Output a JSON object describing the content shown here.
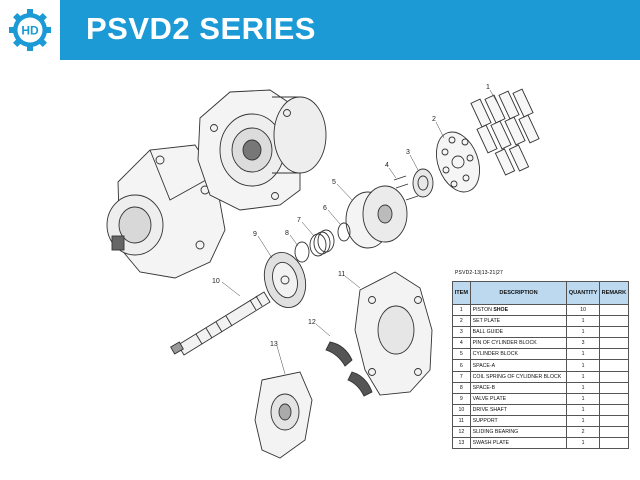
{
  "header": {
    "title": "PSVD2 SERIES",
    "logo_text": "HD",
    "bar_color": "#1b9ad6"
  },
  "drawing": {
    "callouts": [
      "1",
      "2",
      "3",
      "4",
      "5",
      "6",
      "7",
      "8",
      "9",
      "10",
      "11",
      "12",
      "13"
    ]
  },
  "parts_table": {
    "caption": "PSVD2-13|13-21|27",
    "columns": [
      "ITEM",
      "DESCRIPTION",
      "QUANTITY",
      "REMARK"
    ],
    "rows": [
      {
        "item": "1",
        "description_prefix": "PISTON ",
        "description_emph": "SHOE",
        "quantity": "10",
        "remark": ""
      },
      {
        "item": "2",
        "description_prefix": "SET PLATE",
        "description_emph": "",
        "quantity": "1",
        "remark": ""
      },
      {
        "item": "3",
        "description_prefix": "BALL GUIDE",
        "description_emph": "",
        "quantity": "1",
        "remark": ""
      },
      {
        "item": "4",
        "description_prefix": "PIN OF CYLINDER BLOCK",
        "description_emph": "",
        "quantity": "3",
        "remark": ""
      },
      {
        "item": "5",
        "description_prefix": "CYLINDER BLOCK",
        "description_emph": "",
        "quantity": "1",
        "remark": ""
      },
      {
        "item": "6",
        "description_prefix": "SPACE-A",
        "description_emph": "",
        "quantity": "1",
        "remark": ""
      },
      {
        "item": "7",
        "description_prefix": "COIL SPRING OF CYLIDNER BLOCK",
        "description_emph": "",
        "quantity": "1",
        "remark": ""
      },
      {
        "item": "8",
        "description_prefix": "SPACE-B",
        "description_emph": "",
        "quantity": "1",
        "remark": ""
      },
      {
        "item": "9",
        "description_prefix": "VALVE PLATE",
        "description_emph": "",
        "quantity": "1",
        "remark": ""
      },
      {
        "item": "10",
        "description_prefix": "DRIVE SHAFT",
        "description_emph": "",
        "quantity": "1",
        "remark": ""
      },
      {
        "item": "11",
        "description_prefix": "SUPPORT",
        "description_emph": "",
        "quantity": "1",
        "remark": ""
      },
      {
        "item": "12",
        "description_prefix": "SLIDING BEARING",
        "description_emph": "",
        "quantity": "2",
        "remark": ""
      },
      {
        "item": "13",
        "description_prefix": "SWASH PLATE",
        "description_emph": "",
        "quantity": "1",
        "remark": ""
      }
    ]
  }
}
